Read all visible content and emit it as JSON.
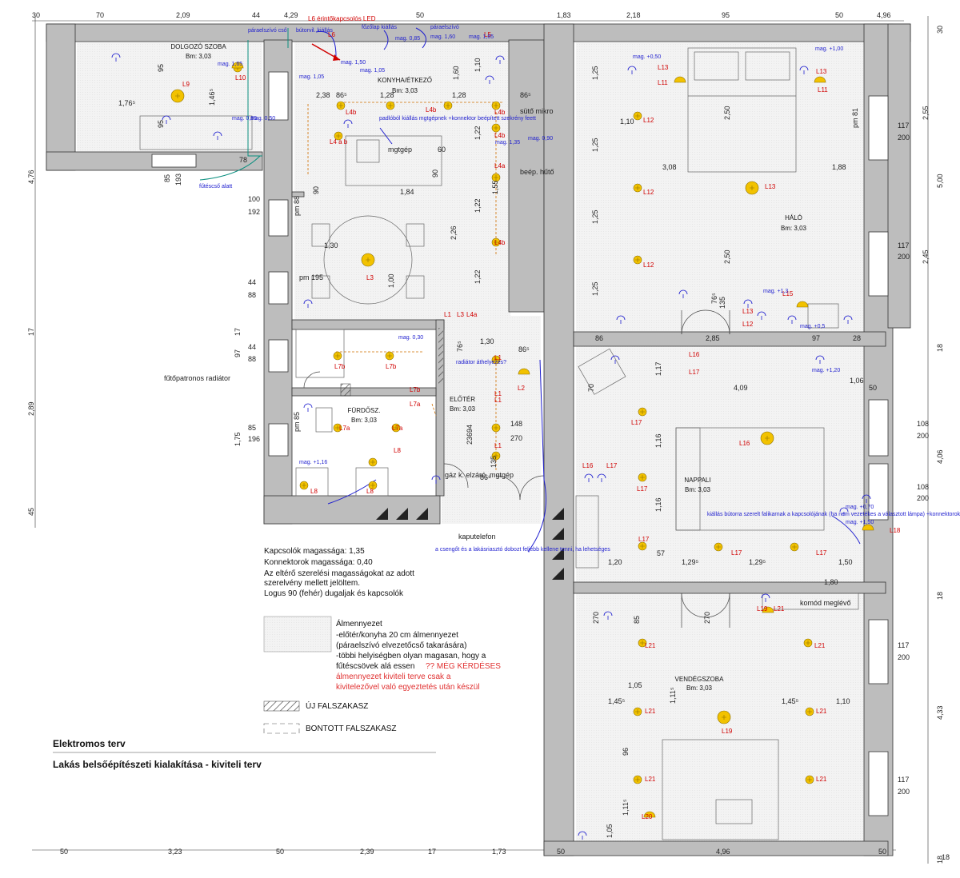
{
  "colors": {
    "wall": "#bdbdbd",
    "lamp": "#f2c200",
    "lamp_label": "#d00000",
    "annotation": "#1f1fcf",
    "line_green": "#0a8f7f",
    "hatch_dark": "#4a4a4a",
    "ceiling_hatch": "#e6e6e6"
  },
  "dims_top": [
    "30",
    "70",
    "2,09",
    "44",
    "4,29",
    "50",
    "1,83",
    "2,18",
    "95",
    "50",
    "4,96"
  ],
  "dims_bottom": [
    "50",
    "3,23",
    "50",
    "2,39",
    "17",
    "1,73",
    "50",
    "4,96",
    "50",
    "18"
  ],
  "dims_left": [
    "4,76",
    "17",
    "2,89",
    "45",
    "100",
    "192",
    "44",
    "88",
    "17",
    "44",
    "88",
    "85",
    "196",
    "85",
    "193",
    "1,75",
    "97"
  ],
  "dims_right": [
    "2,55",
    "5,00",
    "2,45",
    "18",
    "4,06",
    "18",
    "4,33",
    "18",
    "30",
    "117",
    "200",
    "117",
    "200",
    "108",
    "200",
    "108",
    "200",
    "117",
    "200",
    "117",
    "200"
  ],
  "rooms": {
    "dolgozo": {
      "name": "DOLGOZÓ SZOBA",
      "bm": "Bm: 3,03"
    },
    "konyha": {
      "name": "KONYHA/ÉTKEZŐ",
      "bm": "Bm: 3,03"
    },
    "halo": {
      "name": "HÁLÓ",
      "bm": "Bm: 3,03"
    },
    "furdo": {
      "name": "FÜRDŐSZ.",
      "bm": "Bm: 3,03"
    },
    "eloter": {
      "name": "ELŐTÉR",
      "bm": "Bm: 3,03"
    },
    "nappali": {
      "name": "NAPPALI",
      "bm": "Bm: 3,03"
    },
    "vendeg": {
      "name": "VENDÉGSZOBA",
      "bm": "Bm: 3,03"
    }
  },
  "lamp_labels": [
    "L9",
    "L10",
    "L6",
    "L5",
    "L3",
    "L4b",
    "L4a",
    "L4 a b",
    "L12",
    "L13",
    "L11",
    "L15",
    "L7b",
    "L7a",
    "L8",
    "L1",
    "L2",
    "L16",
    "L17",
    "L18",
    "L19",
    "L20",
    "L21"
  ],
  "mag_labels": [
    "mag. 1,65",
    "mag. 1,05",
    "mag. 1,50",
    "mag. 1,05",
    "mag. 0,85",
    "mag. 1,60",
    "mag. 1,65",
    "mag. 0,85",
    "mag. 0,50",
    "mag. +0,50",
    "mag. +1,00",
    "mag. +1,3",
    "mag. +0,5",
    "mag. +1,20",
    "mag. +1,16",
    "mag. +0,70",
    "mag. +1,50",
    "mag. 0,30",
    "mag. 1,35",
    "mag. 0,90"
  ],
  "annotations": {
    "led": "L6 érintőkapcsolós LED",
    "paraelszivo": "páraelszívó cső",
    "butorvil": "bútorvil. kiállás",
    "fozolap": "főzőlap kiállás",
    "paraelszivo2": "páraelszívó",
    "padlobol": "padlóból kiállás mgtgépnek +konnektor beépített szekrény feett",
    "mgtgep": "mgtgép",
    "suto": "sütő mikro",
    "beep": "beép. hűtő",
    "futocso": "fűtéscső alatt",
    "futopatron": "fűtőpatronos radiátor",
    "radiator": "radiátor áthelyezés?",
    "kapu": "kaputelefon",
    "csengo": "a csengőt és a lakásriasztó dobozt feljebb kellene tenni, ha lehetséges",
    "kiallas": "kiállás bútorra szerelt falikarnak a kapcsolójának (ha nem vezetékes a választott lámpa) +konnektorokat",
    "komod": "komód meglévő",
    "gaz": "gáz k. elzáró, mgtgép"
  },
  "notes": [
    "Kapcsolók magassága: 1,35",
    "Konnektorok magassága: 0,40",
    "Az eltérő szerelési magasságokat az adott",
    "szerelvény mellett jelöltem.",
    "Logus 90 (fehér) dugaljak és kapcsolók"
  ],
  "legend": {
    "alm": {
      "title": "Álmennyezet",
      "lines": [
        "-előtér/konyha 20 cm álmennyezet",
        "(páraelszívó elvezetőcső takarására)",
        "-többi helyiségben olyan magasan, hogy a",
        "fűtéscsövek alá essen"
      ],
      "question": "?? MÉG KÉRDÉSES",
      "red_lines": [
        "álmennyezet kiviteli terve csak a",
        "kivitelezővel való egyeztetés után készül"
      ]
    },
    "uj": "ÚJ FALSZAKASZ",
    "bontott": "BONTOTT FALSZAKASZ"
  },
  "titleblock": {
    "line1": "Elektromos terv",
    "line2": "Lakás belsőépítészeti kialakítása - kiviteli terv"
  },
  "interior_dims": [
    "1,76⁵",
    "1,46⁵",
    "95",
    "95",
    "78",
    "2,38",
    "86⁵",
    "1,28",
    "1,28",
    "86⁵",
    "1,60",
    "1,10",
    "1,22",
    "1,22",
    "1,22",
    "1,84",
    "90",
    "1,55",
    "60",
    "90",
    "2,26",
    "1,30",
    "1,00",
    "pm 195",
    "pm 88",
    "pm 85",
    "pm 81",
    "1,25",
    "1,25",
    "1,25",
    "1,25",
    "3,08",
    "1,88",
    "2,50",
    "2,50",
    "1,10",
    "2,85",
    "97",
    "28",
    "86",
    "4,09",
    "1,06",
    "50",
    "70",
    "1,17",
    "1,16",
    "1,16",
    "57",
    "1,20",
    "1,29⁵",
    "1,29⁵",
    "1,50",
    "1,80",
    "148",
    "270",
    "236",
    "94",
    "135",
    "270",
    "85",
    "1,05",
    "1,11⁵",
    "1,45⁵",
    "1,45⁵",
    "1,10",
    "96",
    "1,11⁵",
    "1,05",
    "1,30",
    "76⁵",
    "86⁵",
    "86⁸",
    "76⁵",
    "135",
    "270"
  ]
}
